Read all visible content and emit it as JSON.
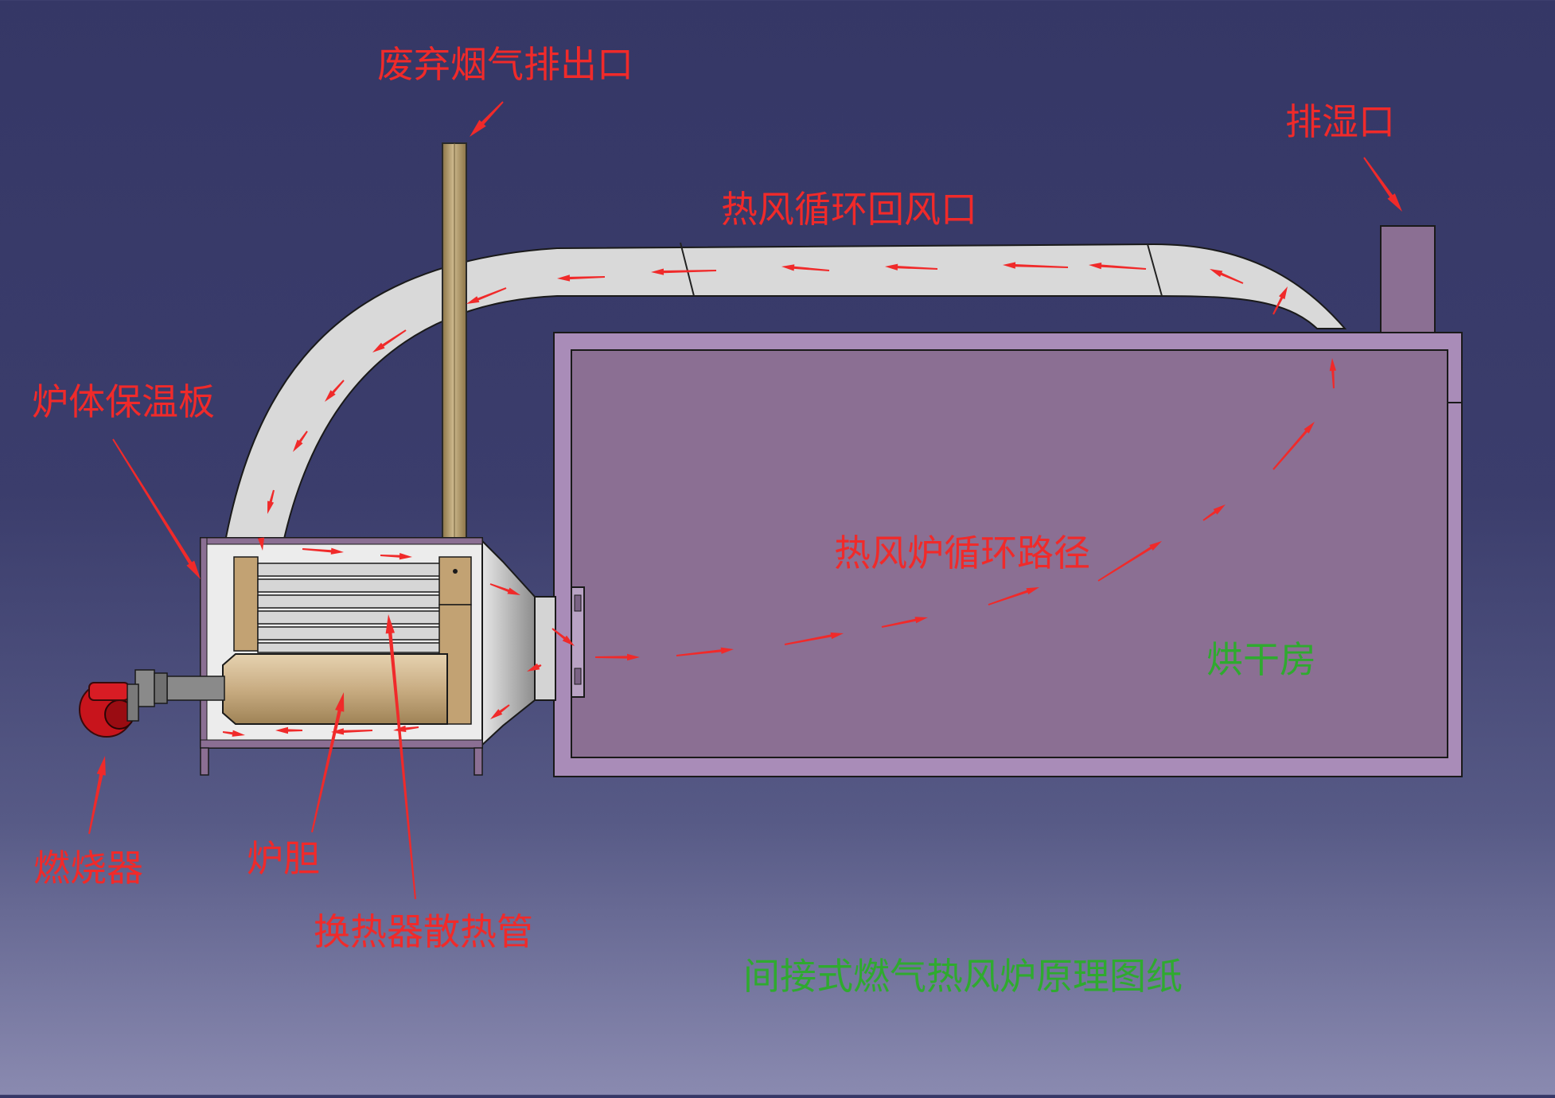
{
  "labels": {
    "exhaust_outlet": "废弃烟气排出口",
    "dehumidify_outlet": "排湿口",
    "return_air_inlet": "热风循环回风口",
    "insulation_board": "炉体保温板",
    "circulation_path": "热风炉循环路径",
    "drying_room": "烘干房",
    "burner": "燃烧器",
    "furnace": "炉胆",
    "heat_exchanger_tubes": "换热器散热管",
    "diagram_title": "间接式燃气热风炉原理图纸"
  },
  "colors": {
    "background_top": "#353766",
    "background_bottom": "#8a8ab0",
    "annotation_red": "#f02a2a",
    "annotation_green": "#2faa2f",
    "drying_room_fill": "#8b6f93",
    "drying_room_frame": "#a98cb8",
    "duct_fill": "#d8d8d8",
    "chimney_fill": "#b09a6c",
    "furnace_fill": "#c9ad83",
    "burner_red": "#c8141c"
  },
  "icons": {
    "flow_arrow": "red-flow-arrow-icon",
    "pointer": "red-leader-arrow-icon"
  }
}
